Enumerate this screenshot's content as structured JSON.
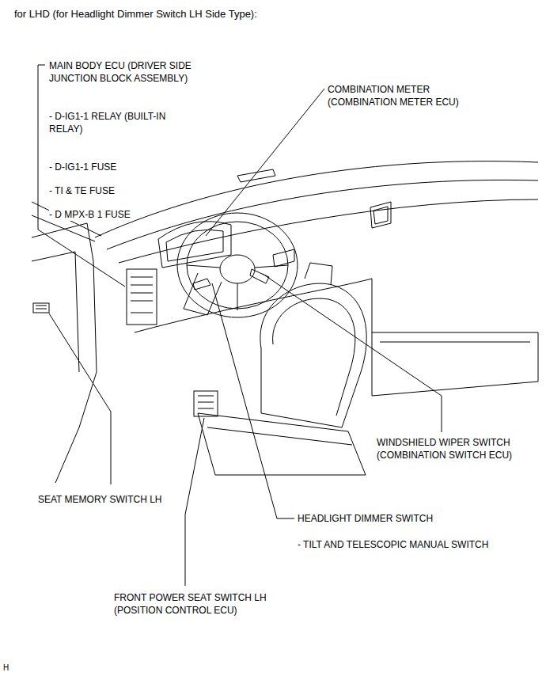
{
  "diagram": {
    "title": "for LHD (for Headlight Dimmer Switch LH Side Type):",
    "labels": [
      "MAIN BODY ECU (DRIVER SIDE JUNCTION BLOCK ASSEMBLY)",
      "- D-IG1-1 RELAY (BUILT-IN RELAY)",
      "- D-IG1-1 FUSE",
      "- TI & TE FUSE",
      "- D MPX-B 1 FUSE",
      "COMBINATION METER (COMBINATION METER ECU)",
      "WINDSHIELD WIPER SWITCH (COMBINATION SWITCH ECU)",
      "SEAT MEMORY SWITCH LH",
      "HEADLIGHT DIMMER SWITCH",
      "- TILT AND TELESCOPIC MANUAL SWITCH",
      "FRONT POWER SEAT SWITCH LH (POSITION CONTROL ECU)",
      "H"
    ]
  }
}
